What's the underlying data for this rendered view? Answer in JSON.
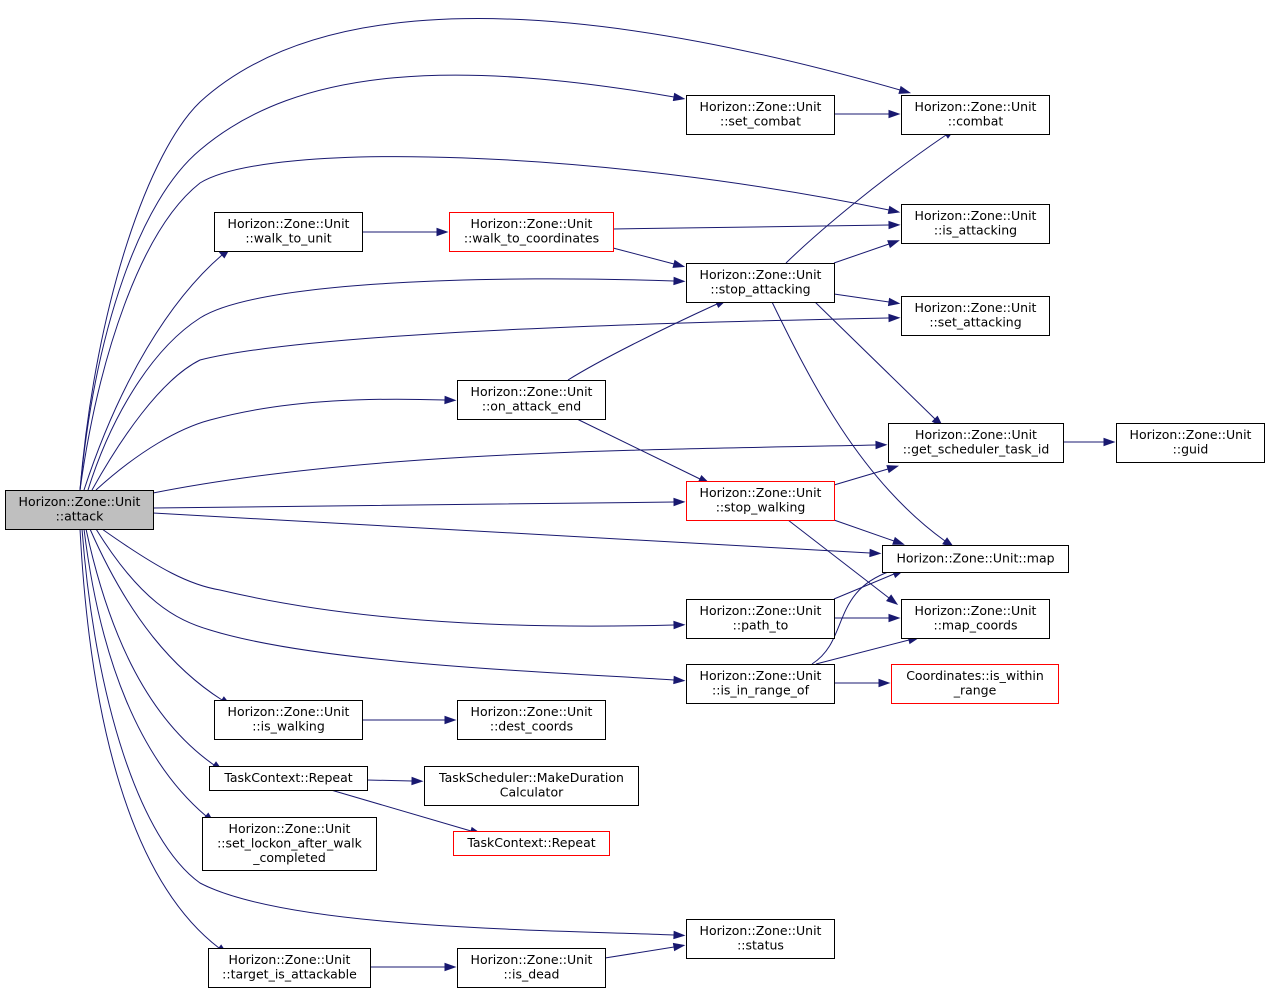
{
  "nodes": [
    {
      "id": "attack",
      "lines": [
        "Horizon::Zone::Unit",
        "::attack"
      ],
      "root": true,
      "red": false
    },
    {
      "id": "set_combat",
      "lines": [
        "Horizon::Zone::Unit",
        "::set_combat"
      ],
      "red": false
    },
    {
      "id": "combat",
      "lines": [
        "Horizon::Zone::Unit",
        "::combat"
      ],
      "red": false
    },
    {
      "id": "walk_to_unit",
      "lines": [
        "Horizon::Zone::Unit",
        "::walk_to_unit"
      ],
      "red": false
    },
    {
      "id": "walk_to_coordinates",
      "lines": [
        "Horizon::Zone::Unit",
        "::walk_to_coordinates"
      ],
      "red": true
    },
    {
      "id": "is_attacking",
      "lines": [
        "Horizon::Zone::Unit",
        "::is_attacking"
      ],
      "red": false
    },
    {
      "id": "stop_attacking",
      "lines": [
        "Horizon::Zone::Unit",
        "::stop_attacking"
      ],
      "red": false
    },
    {
      "id": "set_attacking",
      "lines": [
        "Horizon::Zone::Unit",
        "::set_attacking"
      ],
      "red": false
    },
    {
      "id": "on_attack_end",
      "lines": [
        "Horizon::Zone::Unit",
        "::on_attack_end"
      ],
      "red": false
    },
    {
      "id": "get_scheduler_task_id",
      "lines": [
        "Horizon::Zone::Unit",
        "::get_scheduler_task_id"
      ],
      "red": false
    },
    {
      "id": "guid",
      "lines": [
        "Horizon::Zone::Unit",
        "::guid"
      ],
      "red": false
    },
    {
      "id": "stop_walking",
      "lines": [
        "Horizon::Zone::Unit",
        "::stop_walking"
      ],
      "red": true
    },
    {
      "id": "map",
      "lines": [
        "Horizon::Zone::Unit::map"
      ],
      "red": false
    },
    {
      "id": "path_to",
      "lines": [
        "Horizon::Zone::Unit",
        "::path_to"
      ],
      "red": false
    },
    {
      "id": "map_coords",
      "lines": [
        "Horizon::Zone::Unit",
        "::map_coords"
      ],
      "red": false
    },
    {
      "id": "is_in_range_of",
      "lines": [
        "Horizon::Zone::Unit",
        "::is_in_range_of"
      ],
      "red": false
    },
    {
      "id": "is_within_range",
      "lines": [
        "Coordinates::is_within",
        "_range"
      ],
      "red": true
    },
    {
      "id": "is_walking",
      "lines": [
        "Horizon::Zone::Unit",
        "::is_walking"
      ],
      "red": false
    },
    {
      "id": "dest_coords",
      "lines": [
        "Horizon::Zone::Unit",
        "::dest_coords"
      ],
      "red": false
    },
    {
      "id": "repeat_a",
      "lines": [
        "TaskContext::Repeat"
      ],
      "red": false
    },
    {
      "id": "make_duration",
      "lines": [
        "TaskScheduler::MakeDuration",
        "Calculator"
      ],
      "red": false
    },
    {
      "id": "repeat_b",
      "lines": [
        "TaskContext::Repeat"
      ],
      "red": true
    },
    {
      "id": "set_lockon",
      "lines": [
        "Horizon::Zone::Unit",
        "::set_lockon_after_walk",
        "_completed"
      ],
      "red": false
    },
    {
      "id": "status",
      "lines": [
        "Horizon::Zone::Unit",
        "::status"
      ],
      "red": false
    },
    {
      "id": "target_is_attackable",
      "lines": [
        "Horizon::Zone::Unit",
        "::target_is_attackable"
      ],
      "red": false
    },
    {
      "id": "is_dead",
      "lines": [
        "Horizon::Zone::Unit",
        "::is_dead"
      ],
      "red": false
    }
  ],
  "edges": [
    [
      "attack",
      "combat"
    ],
    [
      "attack",
      "set_combat"
    ],
    [
      "attack",
      "is_attacking"
    ],
    [
      "attack",
      "walk_to_unit"
    ],
    [
      "attack",
      "stop_attacking"
    ],
    [
      "attack",
      "set_attacking"
    ],
    [
      "attack",
      "on_attack_end"
    ],
    [
      "attack",
      "get_scheduler_task_id"
    ],
    [
      "attack",
      "stop_walking"
    ],
    [
      "attack",
      "map"
    ],
    [
      "attack",
      "path_to"
    ],
    [
      "attack",
      "is_in_range_of"
    ],
    [
      "attack",
      "is_walking"
    ],
    [
      "attack",
      "repeat_a"
    ],
    [
      "attack",
      "set_lockon"
    ],
    [
      "attack",
      "status"
    ],
    [
      "attack",
      "target_is_attackable"
    ],
    [
      "set_combat",
      "combat"
    ],
    [
      "walk_to_unit",
      "walk_to_coordinates"
    ],
    [
      "walk_to_coordinates",
      "is_attacking"
    ],
    [
      "walk_to_coordinates",
      "stop_attacking"
    ],
    [
      "stop_attacking",
      "combat"
    ],
    [
      "stop_attacking",
      "is_attacking"
    ],
    [
      "stop_attacking",
      "set_attacking"
    ],
    [
      "stop_attacking",
      "get_scheduler_task_id"
    ],
    [
      "stop_attacking",
      "map"
    ],
    [
      "on_attack_end",
      "stop_attacking"
    ],
    [
      "on_attack_end",
      "stop_walking"
    ],
    [
      "get_scheduler_task_id",
      "guid"
    ],
    [
      "stop_walking",
      "get_scheduler_task_id"
    ],
    [
      "stop_walking",
      "map"
    ],
    [
      "stop_walking",
      "map_coords"
    ],
    [
      "path_to",
      "map"
    ],
    [
      "path_to",
      "map_coords"
    ],
    [
      "is_in_range_of",
      "map"
    ],
    [
      "is_in_range_of",
      "map_coords"
    ],
    [
      "is_in_range_of",
      "is_within_range"
    ],
    [
      "is_walking",
      "dest_coords"
    ],
    [
      "repeat_a",
      "make_duration"
    ],
    [
      "repeat_a",
      "repeat_b"
    ],
    [
      "target_is_attackable",
      "is_dead"
    ],
    [
      "is_dead",
      "status"
    ]
  ]
}
